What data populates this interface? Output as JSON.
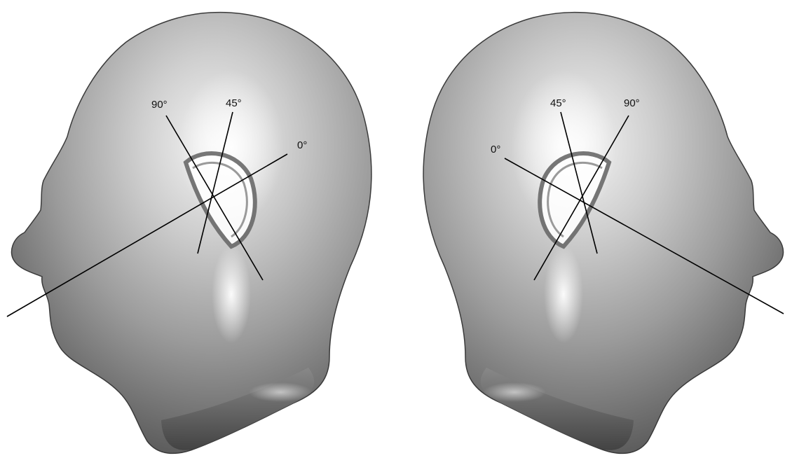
{
  "figure": {
    "views": [
      {
        "side": "left",
        "angles": [
          {
            "label": "0°",
            "degrees": 0
          },
          {
            "label": "45°",
            "degrees": 45
          },
          {
            "label": "90°",
            "degrees": 90
          }
        ]
      },
      {
        "side": "right",
        "angles": [
          {
            "label": "0°",
            "degrees": 0
          },
          {
            "label": "45°",
            "degrees": 45
          },
          {
            "label": "90°",
            "degrees": 90
          }
        ]
      }
    ],
    "colors": {
      "background": "#ffffff",
      "head_light": "#f4f4f4",
      "head_mid": "#9c9c9c",
      "head_dark": "#4a4a4a",
      "lines": "#000000"
    }
  }
}
